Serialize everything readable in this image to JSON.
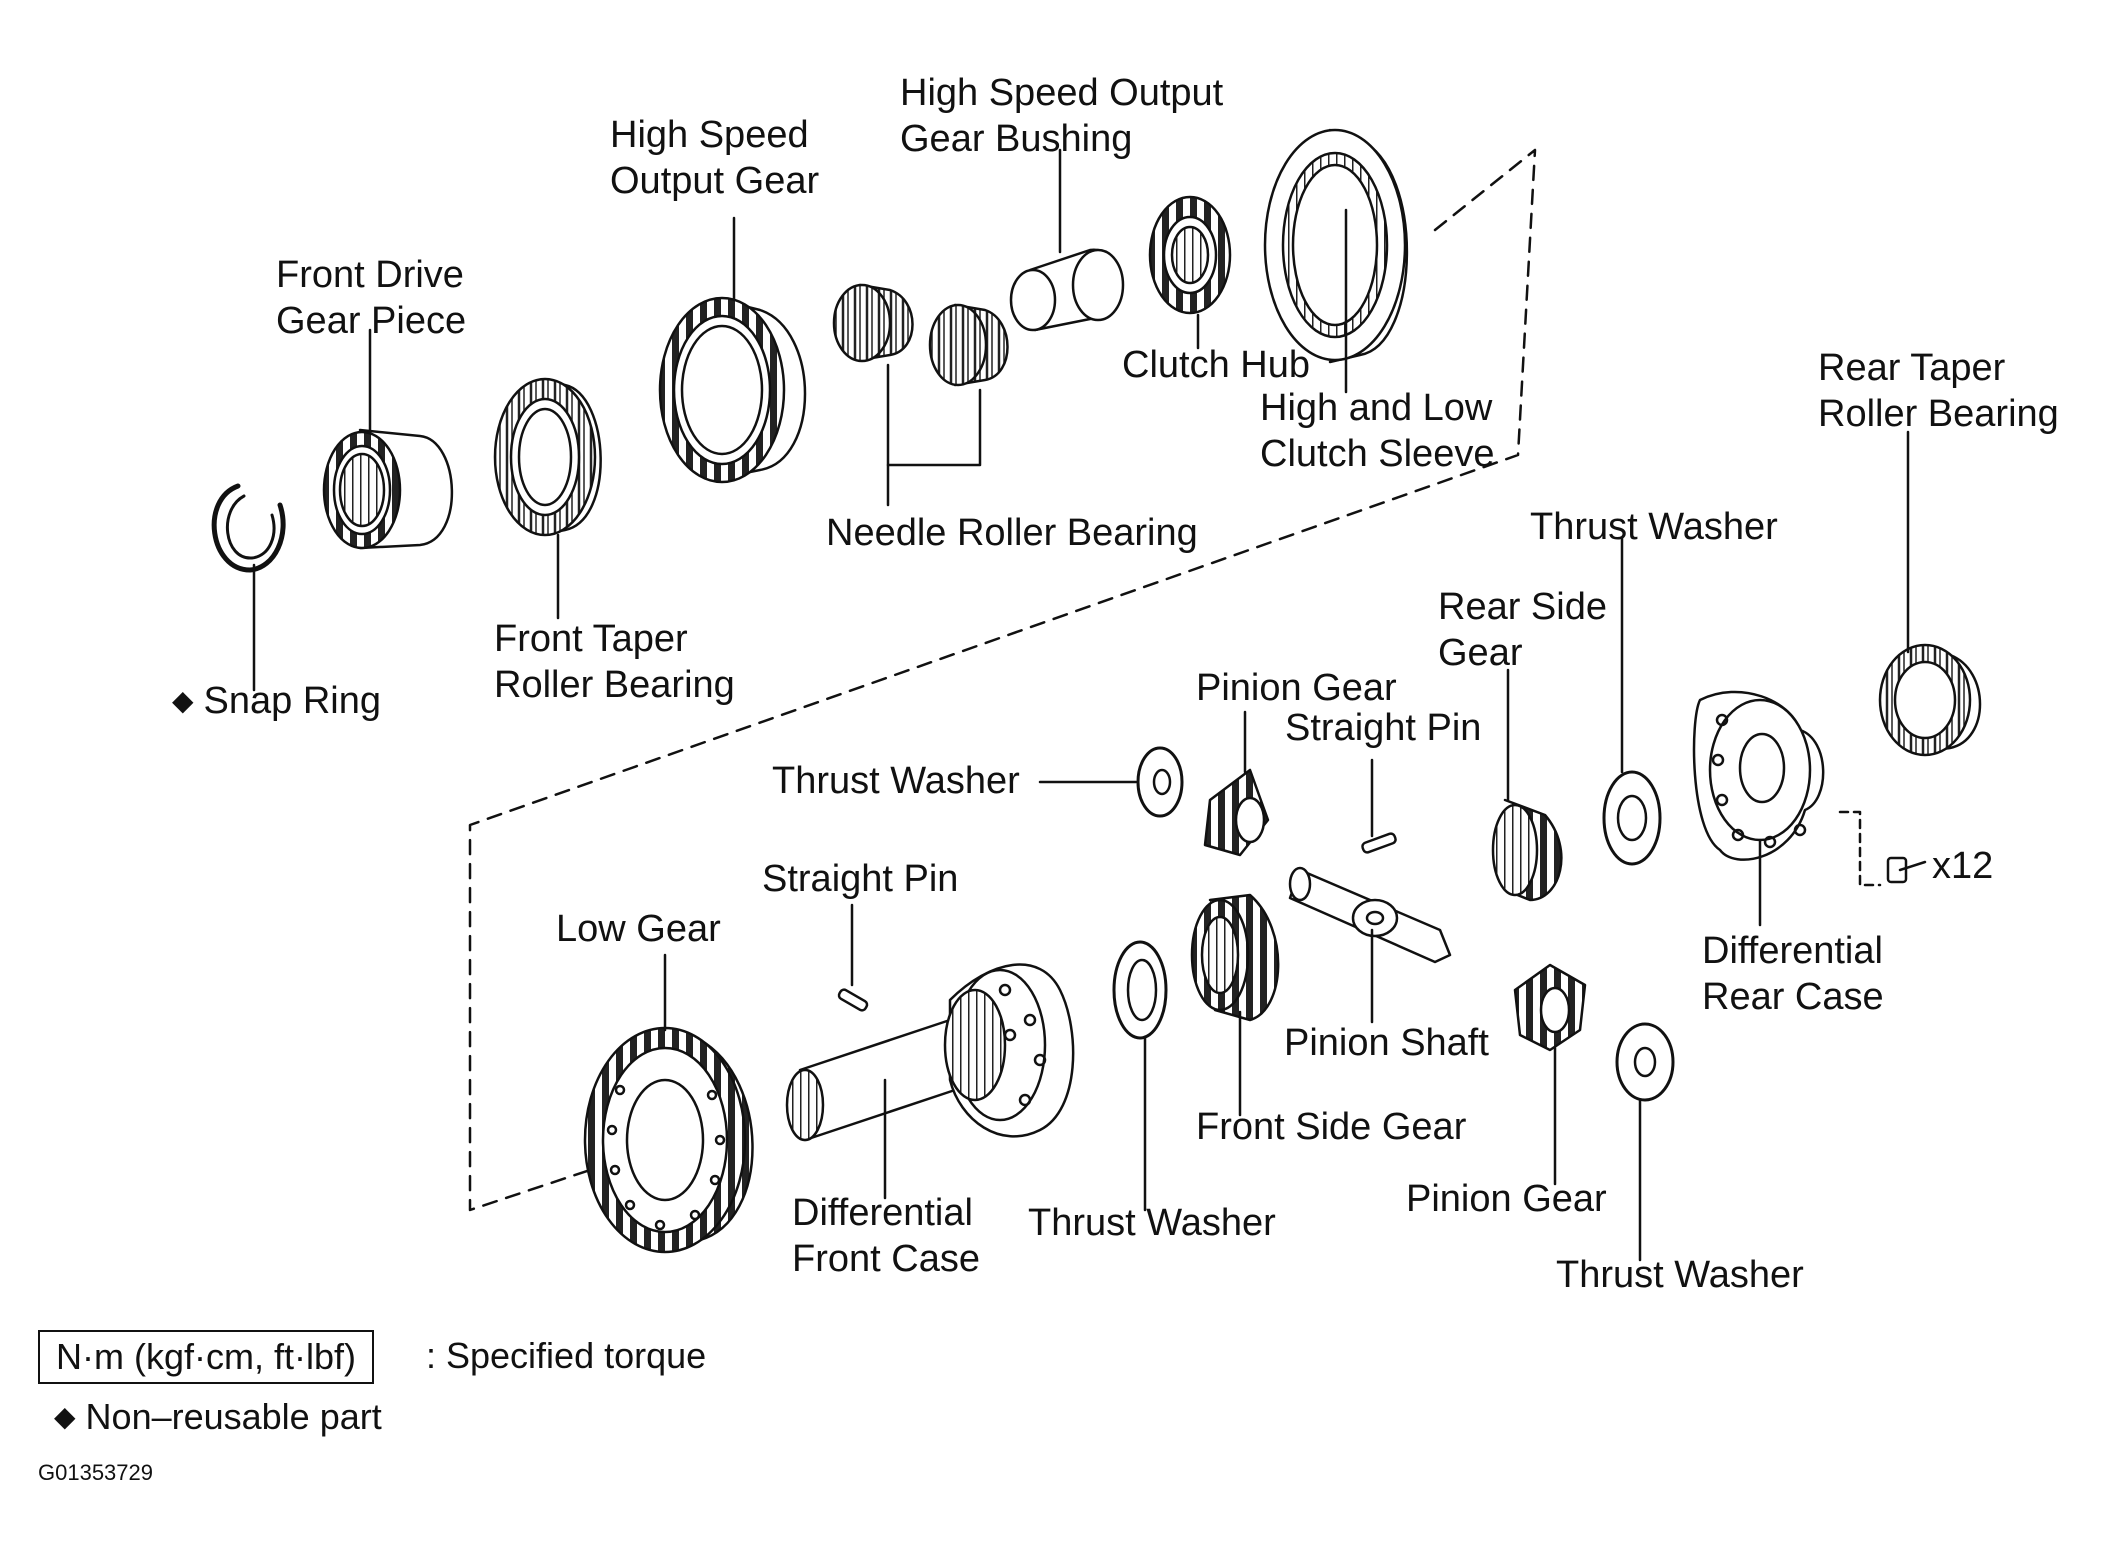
{
  "labels": {
    "high_speed_output_gear_bushing": [
      "High Speed Output",
      "Gear Bushing"
    ],
    "high_speed_output_gear": [
      "High Speed",
      "Output Gear"
    ],
    "front_drive_gear_piece": [
      "Front Drive",
      "Gear Piece"
    ],
    "clutch_hub": "Clutch Hub",
    "high_low_clutch_sleeve": [
      "High and Low",
      "Clutch Sleeve"
    ],
    "rear_taper_roller_bearing": [
      "Rear Taper",
      "Roller Bearing"
    ],
    "needle_roller_bearing": "Needle Roller Bearing",
    "thrust_washer_top_right": "Thrust Washer",
    "rear_side_gear": [
      "Rear Side",
      "Gear"
    ],
    "front_taper_roller_bearing": [
      "Front Taper",
      "Roller Bearing"
    ],
    "snap_ring": "Snap Ring",
    "pinion_gear_top": "Pinion Gear",
    "straight_pin_top": "Straight Pin",
    "thrust_washer_left": "Thrust Washer",
    "bolt_count": "x12",
    "straight_pin_bottom": "Straight Pin",
    "low_gear": "Low Gear",
    "differential_rear_case": [
      "Differential",
      "Rear Case"
    ],
    "pinion_shaft": "Pinion Shaft",
    "front_side_gear": "Front Side Gear",
    "pinion_gear_bottom": "Pinion Gear",
    "differential_front_case": [
      "Differential",
      "Front Case"
    ],
    "thrust_washer_bottom_mid": "Thrust Washer",
    "thrust_washer_bottom_right": "Thrust Washer"
  },
  "legend": {
    "torque_box": "N·m (kgf·cm, ft·lbf)",
    "torque_text": ": Specified torque",
    "non_reusable_text": "Non–reusable part",
    "diamond_symbol": "◆"
  },
  "figure_id": "G01353729"
}
